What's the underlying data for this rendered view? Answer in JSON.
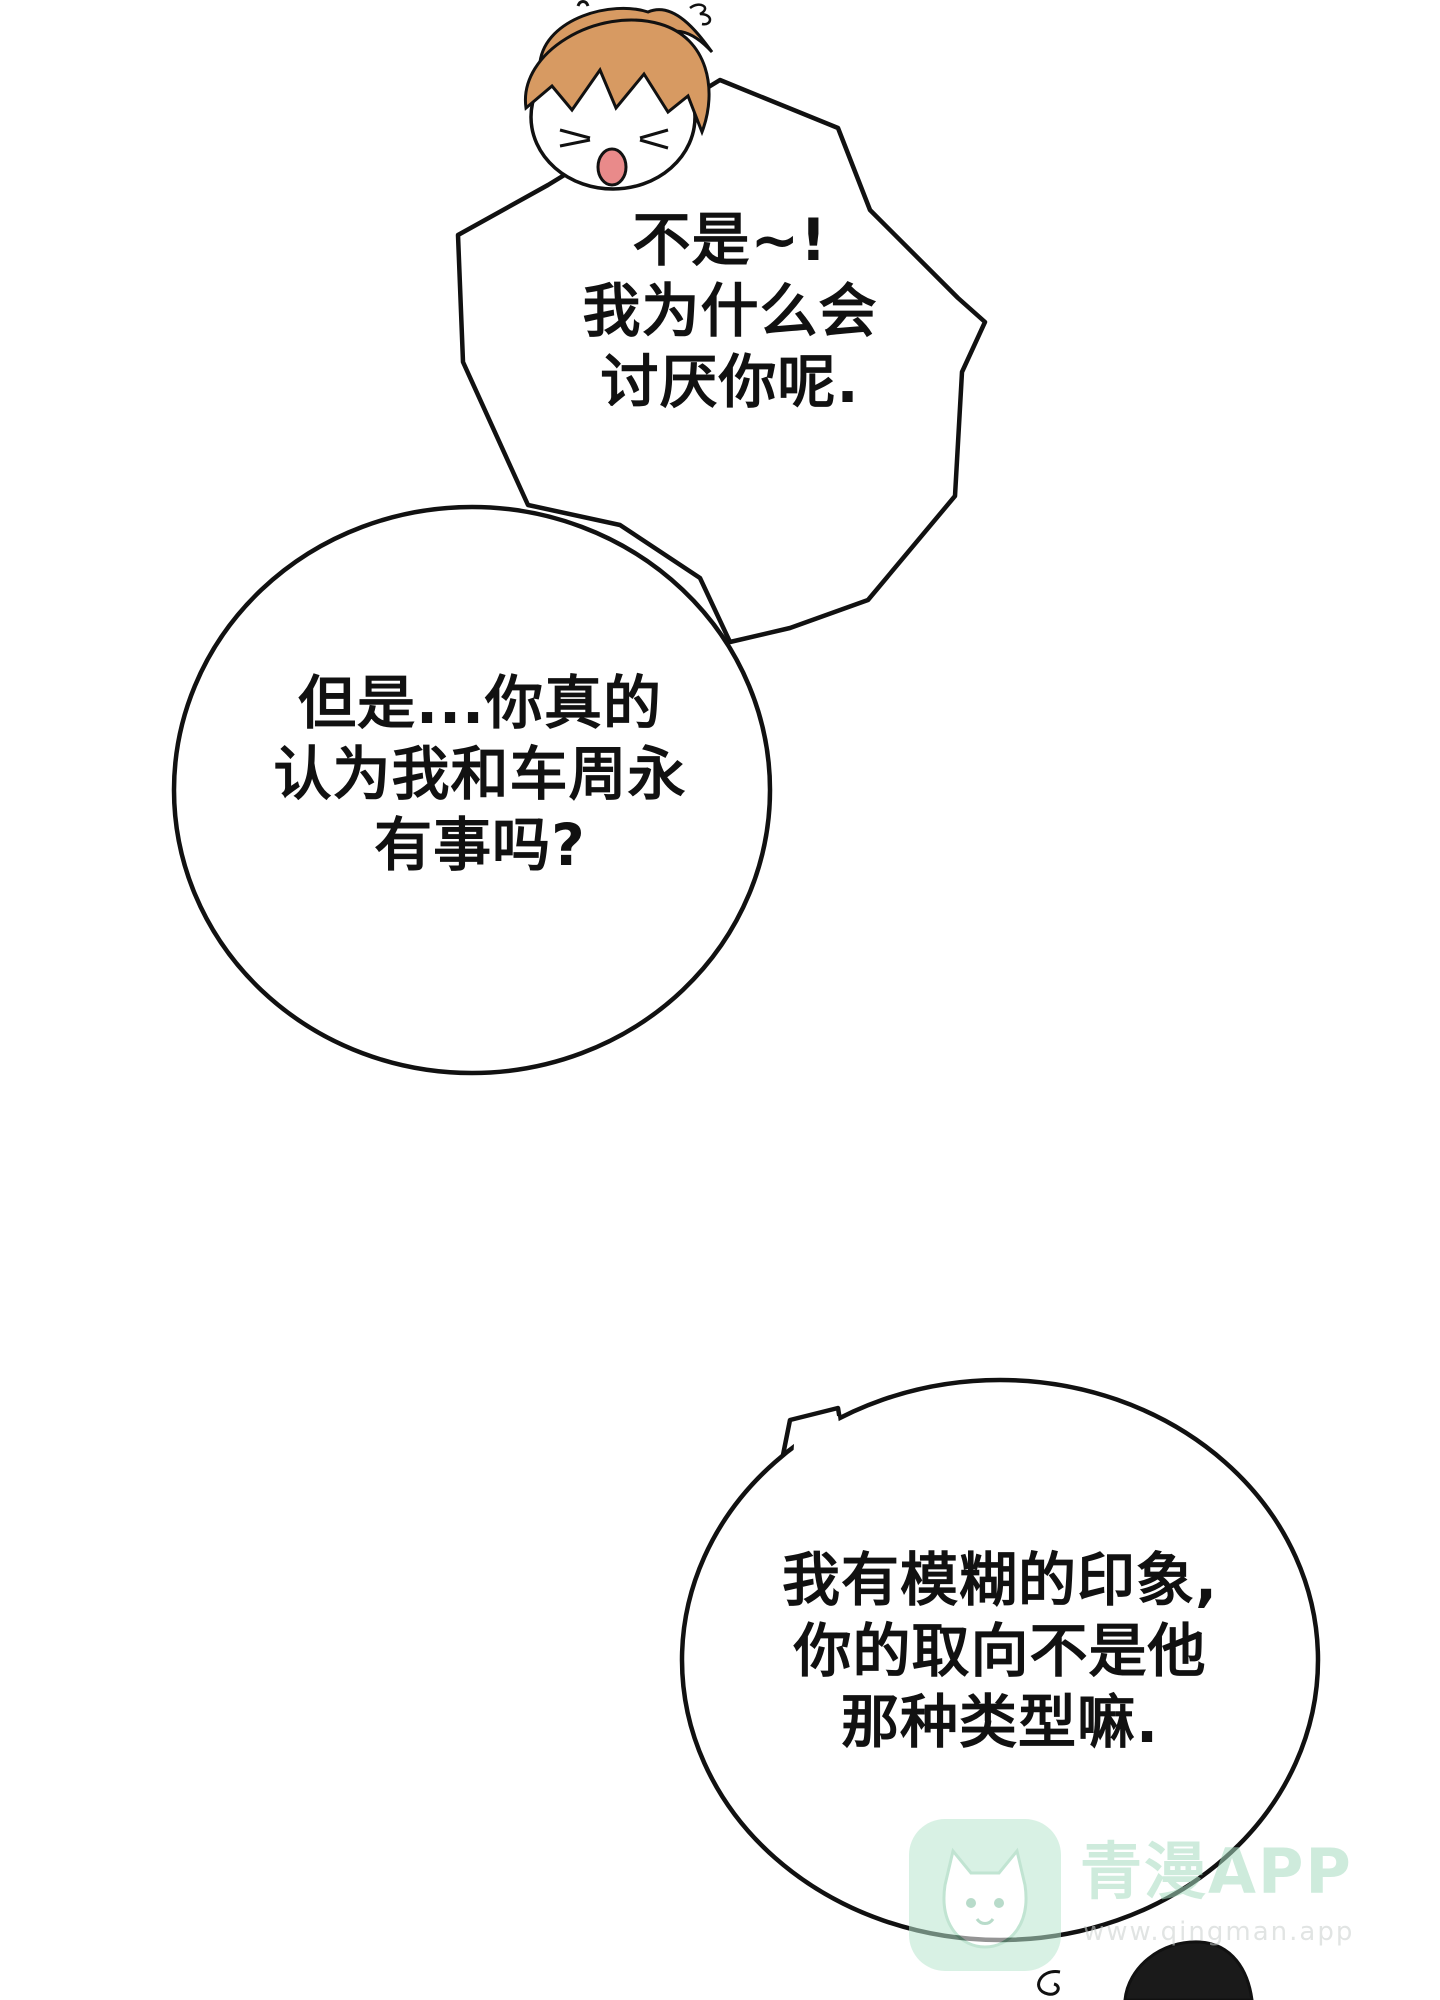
{
  "panel": {
    "background": "#ffffff",
    "ink": "#111111"
  },
  "bubbles": [
    {
      "lines": [
        "不是~!",
        "我为什么会",
        "讨厌你呢."
      ]
    },
    {
      "lines": [
        "但是...你真的",
        "认为我和车周永",
        "有事吗?"
      ]
    },
    {
      "lines": [
        "我有模糊的印象,",
        "你的取向不是他",
        "那种类型嘛."
      ]
    }
  ],
  "characters": {
    "top": {
      "hair_color": "#d79a62",
      "expression": "shocked"
    },
    "bottom": {
      "hair_color": "#1a1a1a"
    }
  },
  "watermark": {
    "title": "青漫APP",
    "url": "www.qingman.app",
    "color": "#a7dcc0"
  }
}
